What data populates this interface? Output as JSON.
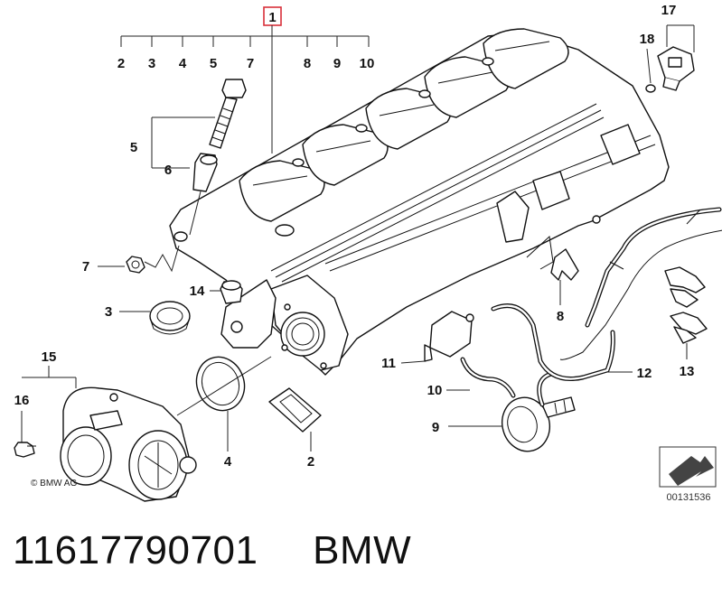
{
  "diagram": {
    "callouts": {
      "c1": "1",
      "top_row": [
        "2",
        "3",
        "4",
        "5",
        "7",
        "8",
        "9",
        "10"
      ],
      "c5": "5",
      "c6": "6",
      "c7": "7",
      "c14": "14",
      "c3": "3",
      "c15": "15",
      "c16": "16",
      "c4": "4",
      "c2": "2",
      "c17": "17",
      "c18": "18",
      "c8": "8",
      "c11": "11",
      "c10": "10",
      "c9": "9",
      "c12": "12",
      "c13": "13"
    },
    "copyright": "© BMW AG",
    "reference_number": "00131536",
    "highlight_color": "#d9303a"
  },
  "footer": {
    "part_number": "11617790701",
    "brand": "BMW"
  }
}
